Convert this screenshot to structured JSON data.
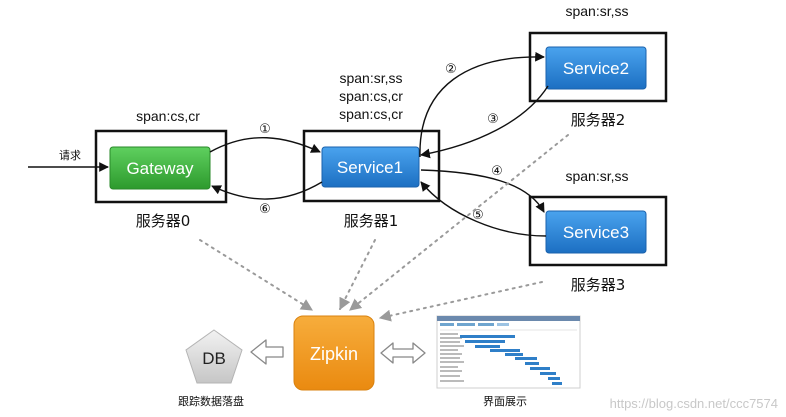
{
  "request_label": "请求",
  "nodes": {
    "gateway": {
      "label": "Gateway",
      "server": "服务器0",
      "span": "span:cs,cr",
      "color": "#3cb23c"
    },
    "service1": {
      "label": "Service1",
      "server": "服务器1",
      "spans": [
        "span:sr,ss",
        "span:cs,cr",
        "span:cs,cr"
      ],
      "color": "#2b87d8"
    },
    "service2": {
      "label": "Service2",
      "server": "服务器2",
      "span": "span:sr,ss",
      "color": "#2b87d8"
    },
    "service3": {
      "label": "Service3",
      "server": "服务器3",
      "span": "span:sr,ss",
      "color": "#2b87d8"
    }
  },
  "steps": [
    "①",
    "②",
    "③",
    "④",
    "⑤",
    "⑥"
  ],
  "zipkin": {
    "label": "Zipkin",
    "color": "#f39b1c"
  },
  "db": {
    "label": "DB",
    "caption": "跟踪数据落盘"
  },
  "ui_preview": {
    "caption": "界面展示"
  },
  "watermark": "https://blog.csdn.net/ccc7574"
}
